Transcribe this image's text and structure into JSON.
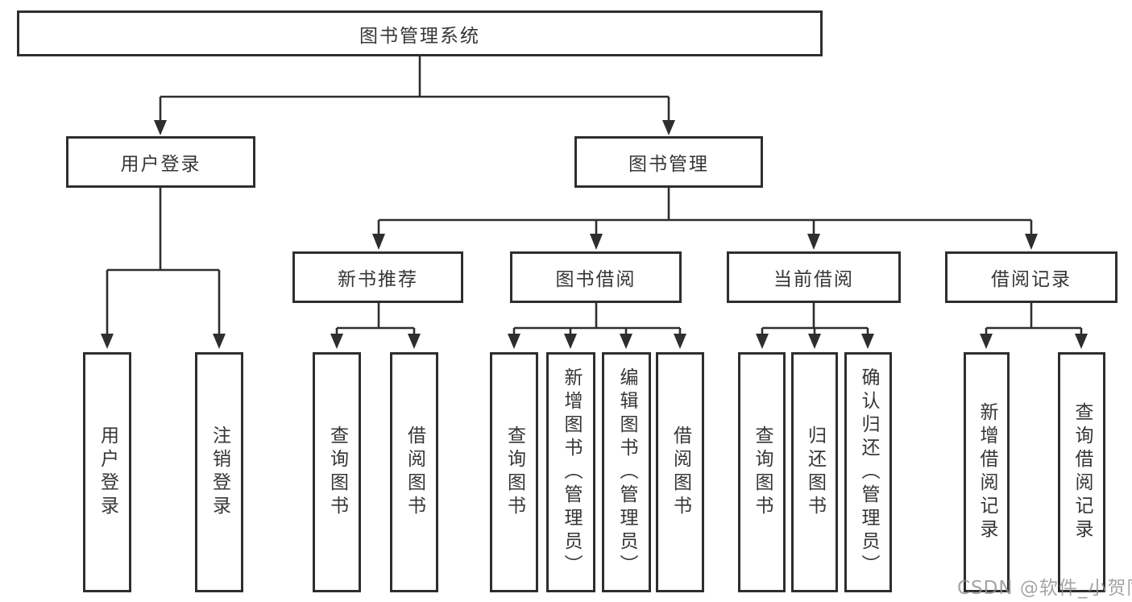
{
  "diagram_type": "tree",
  "tree": {
    "label": "图书管理系统",
    "children": [
      {
        "label": "用户登录",
        "children": [
          {
            "label": "用户登录"
          },
          {
            "label": "注销登录"
          }
        ]
      },
      {
        "label": "图书管理",
        "children": [
          {
            "label": "新书推荐",
            "children": [
              {
                "label": "查询图书"
              },
              {
                "label": "借阅图书"
              }
            ]
          },
          {
            "label": "图书借阅",
            "children": [
              {
                "label": "查询图书"
              },
              {
                "label": "新增图书（管理员）"
              },
              {
                "label": "编辑图书（管理员）"
              },
              {
                "label": "借阅图书"
              }
            ]
          },
          {
            "label": "当前借阅",
            "children": [
              {
                "label": "查询图书"
              },
              {
                "label": "归还图书"
              },
              {
                "label": "确认归还（管理员）"
              }
            ]
          },
          {
            "label": "借阅记录",
            "children": [
              {
                "label": "新增借阅记录"
              },
              {
                "label": "查询借阅记录"
              }
            ]
          }
        ]
      }
    ]
  },
  "watermark": {
    "text": "CSDN @软件_小贺同学"
  },
  "colors": {
    "line": "#2e2e2e",
    "box_border": "#2e2e2e",
    "text": "#363636",
    "watermark": "#919191",
    "background": "#ffffff"
  }
}
